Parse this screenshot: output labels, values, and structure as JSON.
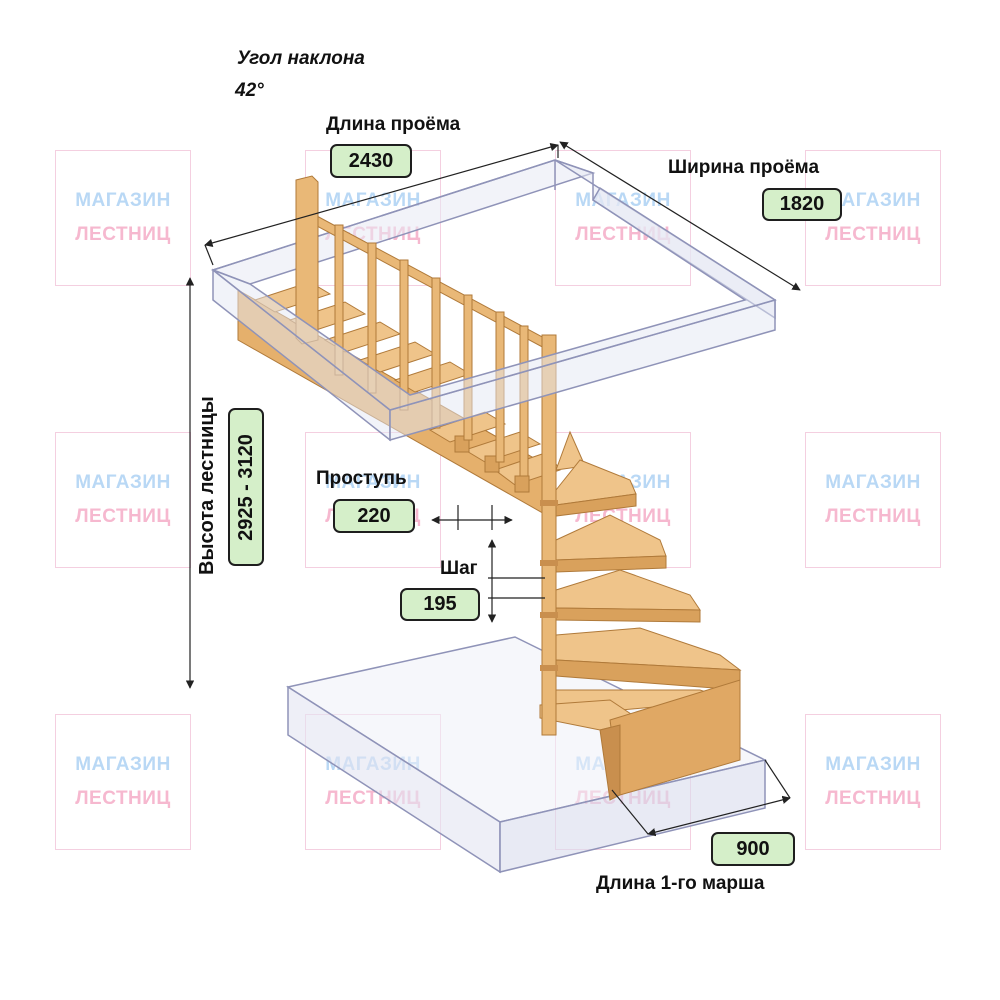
{
  "angle": {
    "label": "Угол наклона",
    "value": "42°"
  },
  "opening_length": {
    "label": "Длина проёма",
    "value": "2430"
  },
  "opening_width": {
    "label": "Ширина проёма",
    "value": "1820"
  },
  "stair_height": {
    "label": "Высота лестницы",
    "value": "2925 - 3120"
  },
  "tread": {
    "label": "Проступь",
    "value": "220"
  },
  "step": {
    "label": "Шаг",
    "value": "195"
  },
  "first_flight": {
    "label": "Длина 1-го марша",
    "value": "900"
  },
  "watermark": {
    "line1": "МАГАЗИН",
    "line2": "ЛЕСТНИЦ"
  },
  "colors": {
    "wood": "#e9b877",
    "wood_dark": "#c98f4e",
    "slab_outline": "#8f93b8",
    "value_box": "#d5efc9",
    "watermark_blue": "#b9d8f5",
    "watermark_pink": "#f6b8cf"
  }
}
